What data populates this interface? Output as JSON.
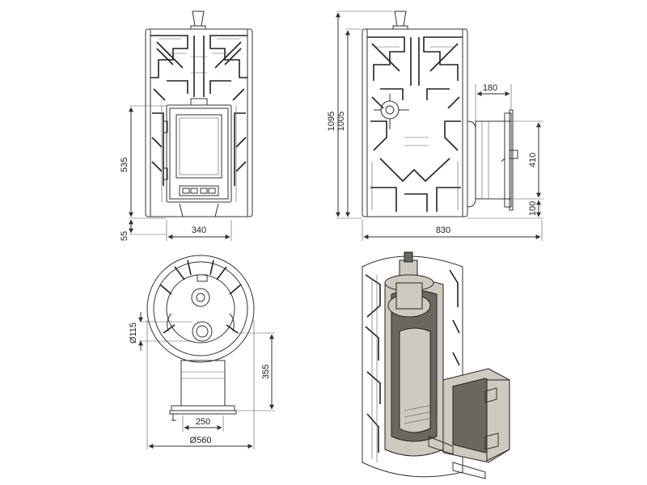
{
  "dimensions": {
    "front_height_firebox": "535",
    "front_leg_height": "55",
    "front_width": "340",
    "side_total_height": "1095",
    "side_body_height": "1005",
    "side_tunnel_offset": "180",
    "side_tunnel_height": "410",
    "side_tunnel_bottom": "100",
    "side_depth": "830",
    "top_flue_diameter": "Ø115",
    "top_tunnel_length": "355",
    "top_tunnel_width": "250",
    "top_diameter": "Ø560"
  },
  "icons": {
    "front": "stove-front-view-icon",
    "side": "stove-side-view-icon",
    "top": "stove-top-view-icon",
    "cutaway": "stove-cutaway-icon"
  }
}
